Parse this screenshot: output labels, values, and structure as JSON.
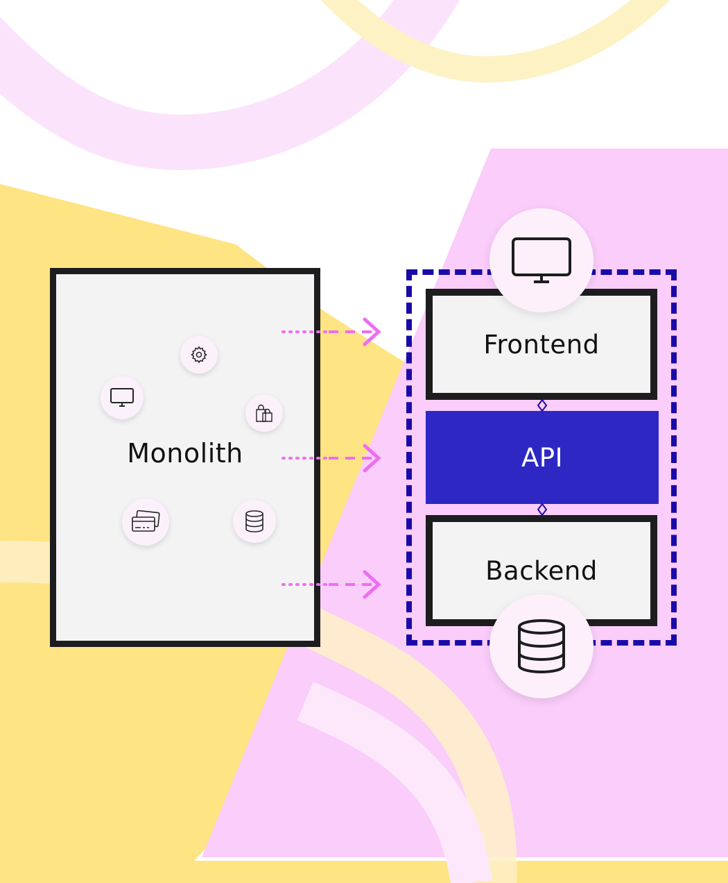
{
  "diagram": {
    "monolith": {
      "label": "Monolith",
      "icons": [
        "gear-icon",
        "monitor-icon",
        "shopping-bags-icon",
        "credit-cards-icon",
        "database-icon"
      ]
    },
    "layers": {
      "frontend": "Frontend",
      "api": "API",
      "backend": "Backend"
    },
    "top_icon": "monitor-icon",
    "bottom_icon": "database-icon",
    "colors": {
      "api_fill": "#2e27c4",
      "group_border": "#1a0aa8",
      "arrow": "#ee6df0",
      "pink_bg": "#facdfa",
      "yellow_bg": "#fee483"
    }
  }
}
